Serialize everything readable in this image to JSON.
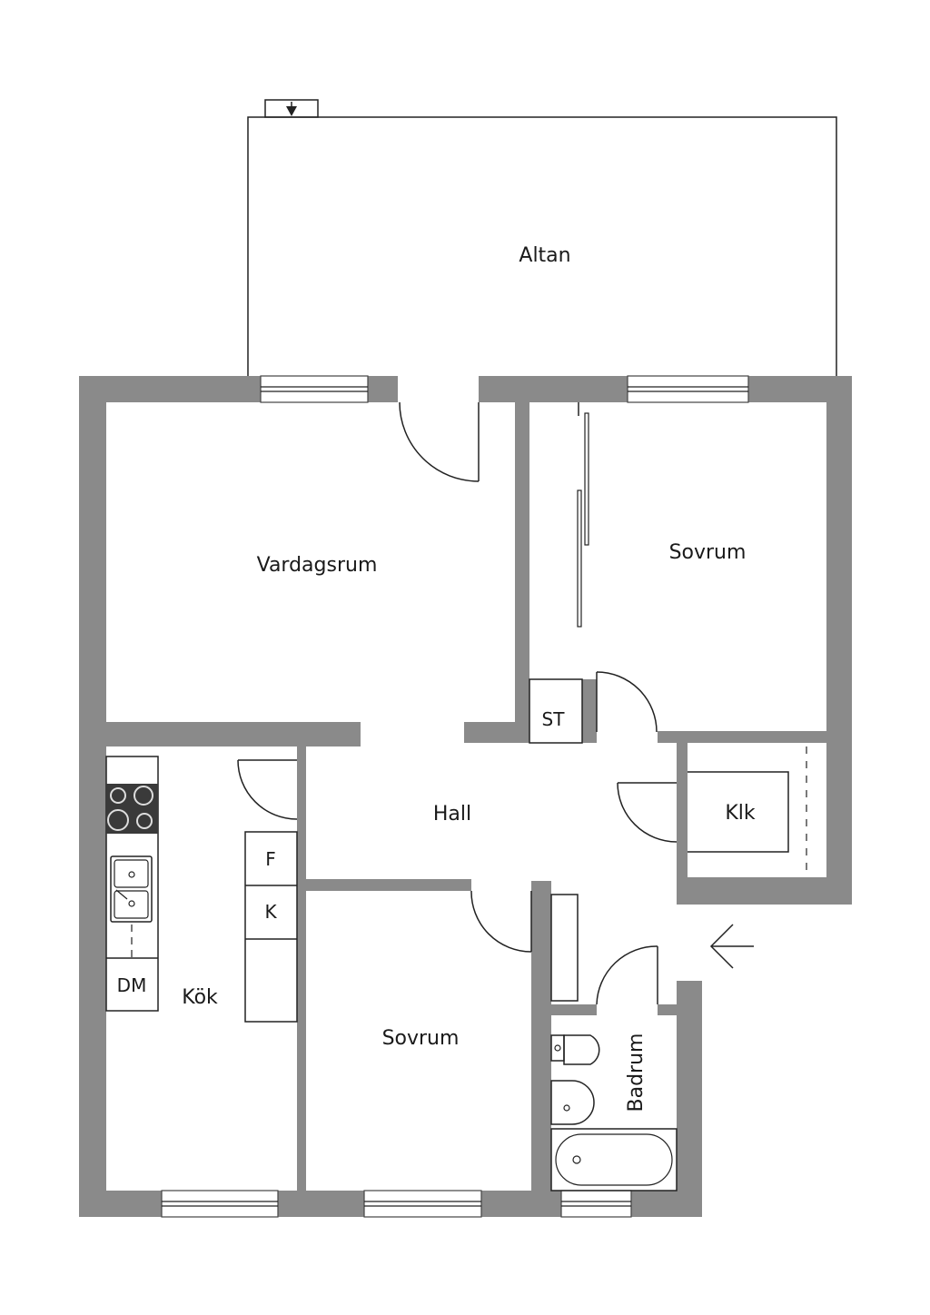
{
  "rooms": {
    "altan": "Altan",
    "vardagsrum": "Vardagsrum",
    "sovrum_1": "Sovrum",
    "st": "ST",
    "hall": "Hall",
    "klk": "Klk",
    "kok": "Kök",
    "sovrum_2": "Sovrum",
    "badrum": "Badrum"
  },
  "fixtures": {
    "fridge": "F",
    "freezer": "K",
    "dishwasher": "DM"
  },
  "icons": {
    "entrance": "entrance-arrow-icon",
    "balcony_access": "balcony-access-arrow-icon"
  },
  "colors": {
    "wall": "#8a8a8a",
    "line": "#222222",
    "background": "#ffffff"
  }
}
